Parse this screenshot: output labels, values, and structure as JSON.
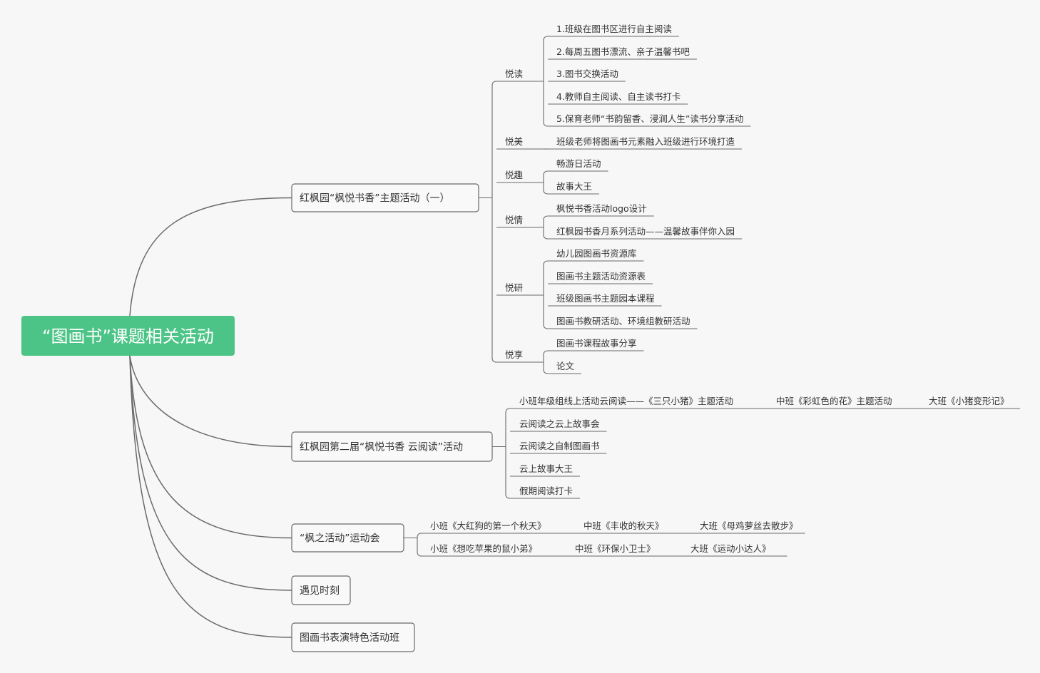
{
  "root": {
    "label": "“图画书”课题相关活动",
    "color": "#4dc487"
  },
  "branches": [
    {
      "label": "红枫园“枫悦书香”主题活动（一）",
      "children": [
        {
          "label": "悦读",
          "items": [
            "1.班级在图书区进行自主阅读",
            "2.每周五图书漂流、亲子温馨书吧",
            "3.图书交换活动",
            "4.教师自主阅读、自主读书打卡",
            "5.保育老师“书韵留香、浸润人生”读书分享活动"
          ]
        },
        {
          "label": "悦美",
          "items": [
            "班级老师将图画书元素融入班级进行环境打造"
          ]
        },
        {
          "label": "悦趣",
          "items": [
            "畅游日活动",
            "故事大王"
          ]
        },
        {
          "label": "悦情",
          "items": [
            "枫悦书香活动logo设计",
            "红枫园书香月系列活动——温馨故事伴你入园"
          ]
        },
        {
          "label": "悦研",
          "items": [
            "幼儿园图画书资源库",
            "图画书主题活动资源表",
            "班级图画书主题园本课程",
            "图画书教研活动、环境组教研活动"
          ]
        },
        {
          "label": "悦享",
          "items": [
            "图画书课程故事分享",
            "论文"
          ]
        }
      ]
    },
    {
      "label": "红枫园第二届“枫悦书香 云阅读”活动",
      "rows": [
        [
          "小班年级组线上活动云阅读——《三只小猪》主题活动",
          "中班《彩虹色的花》主题活动",
          "大班《小猪变形记》"
        ],
        [
          "云阅读之云上故事会"
        ],
        [
          "云阅读之自制图画书"
        ],
        [
          "云上故事大王"
        ],
        [
          "假期阅读打卡"
        ]
      ]
    },
    {
      "label": "“枫之活动”运动会",
      "rows": [
        [
          "小班《大红狗的第一个秋天》",
          "中班《丰收的秋天》",
          "大班《母鸡萝丝去散步》"
        ],
        [
          "小班《想吃苹果的鼠小弟》",
          "中班《环保小卫士》",
          "大班《运动小达人》"
        ]
      ]
    },
    {
      "label": "遇见时刻",
      "rows": []
    },
    {
      "label": "图画书表演特色活动班",
      "rows": []
    }
  ]
}
